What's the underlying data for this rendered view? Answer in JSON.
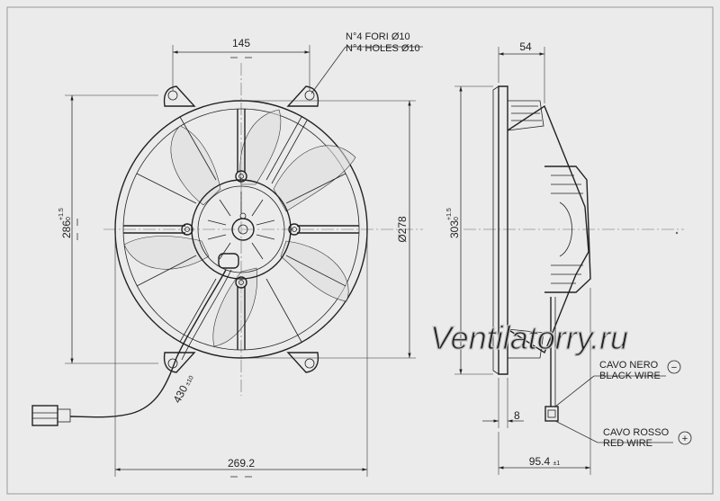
{
  "front_view": {
    "dim_mount_spacing": "145",
    "dim_height": "286",
    "dim_height_tol_upper": "+1.5",
    "dim_height_tol_lower": "0",
    "dim_diameter": "Ø278",
    "dim_width": "269.2",
    "dim_cable": "430",
    "dim_cable_tol": "±10"
  },
  "side_view": {
    "dim_depth": "54",
    "dim_height": "303",
    "dim_height_tol_upper": "+1.5",
    "dim_height_tol_lower": "0",
    "dim_flange": "8",
    "dim_total_depth": "95.4",
    "dim_total_depth_tol": "±1"
  },
  "callouts": {
    "holes_it": "N°4 FORI Ø10",
    "holes_en": "N°4 HOLES Ø10",
    "black_wire_it": "CAVO NERO",
    "black_wire_en": "BLACK WIRE",
    "black_wire_symbol": "−",
    "red_wire_it": "CAVO ROSSO",
    "red_wire_en": "RED WIRE",
    "red_wire_symbol": "+"
  },
  "watermark": "Ventilatorry.ru"
}
